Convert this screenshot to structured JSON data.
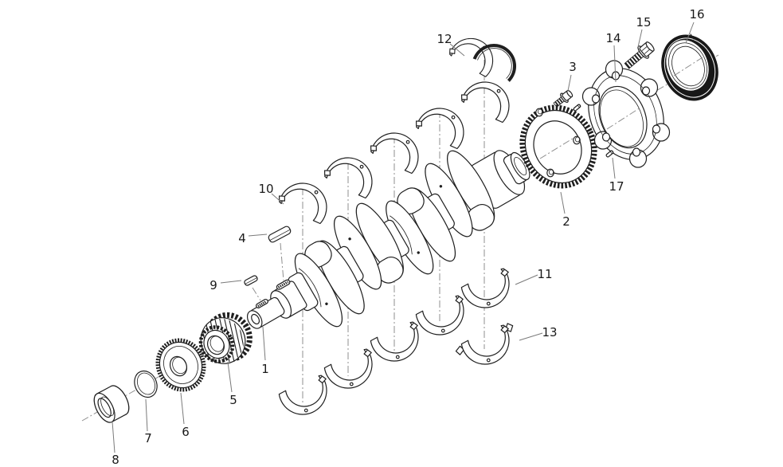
{
  "diagram": {
    "figure_type": "exploded-parts-diagram",
    "subject": "crankshaft-assembly",
    "background": "#ffffff",
    "line_color": "#1f1f1f",
    "centerline_color": "#8f8f8f",
    "leader_color": "#7a7a7a",
    "label_color": "#1a1a1a",
    "seal_color": "#181818",
    "callouts": [
      {
        "n": "1",
        "part": "crankshaft"
      },
      {
        "n": "2",
        "part": "toothed-ring-gear"
      },
      {
        "n": "3",
        "part": "small-bolt"
      },
      {
        "n": "4",
        "part": "key-large"
      },
      {
        "n": "5",
        "part": "crankshaft-timing-gear"
      },
      {
        "n": "6",
        "part": "fine-tooth-gear"
      },
      {
        "n": "7",
        "part": "o-ring-washer"
      },
      {
        "n": "8",
        "part": "bushing-sleeve"
      },
      {
        "n": "9",
        "part": "key-small"
      },
      {
        "n": "10",
        "part": "upper-main-bearing-shell"
      },
      {
        "n": "11",
        "part": "lower-main-bearing-shell"
      },
      {
        "n": "12",
        "part": "upper-thrust-bearing-pair"
      },
      {
        "n": "13",
        "part": "lower-thrust-bearing"
      },
      {
        "n": "14",
        "part": "seal-retainer-plate"
      },
      {
        "n": "15",
        "part": "hex-flange-bolt"
      },
      {
        "n": "16",
        "part": "rear-oil-seal"
      },
      {
        "n": "17",
        "part": "dowel-pin"
      }
    ]
  }
}
